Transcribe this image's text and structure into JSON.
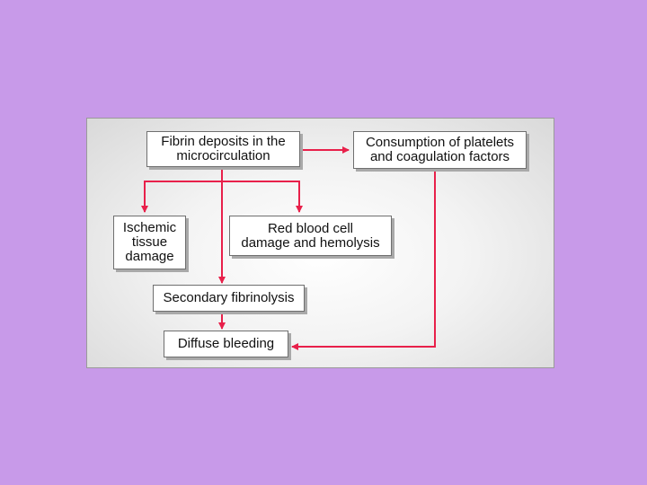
{
  "diagram": {
    "nodes": {
      "fibrin": "Fibrin deposits in the\nmicrocirculation",
      "consumption": "Consumption of platelets\nand coagulation factors",
      "ischemic": "Ischemic\ntissue\ndamage",
      "rbc": "Red blood cell\ndamage and hemolysis",
      "secondary": "Secondary fibrinolysis",
      "bleeding": "Diffuse bleeding"
    },
    "colors": {
      "background": "#c89ae9",
      "arrow": "#e8204a",
      "box_border": "#6f6f6f"
    }
  }
}
